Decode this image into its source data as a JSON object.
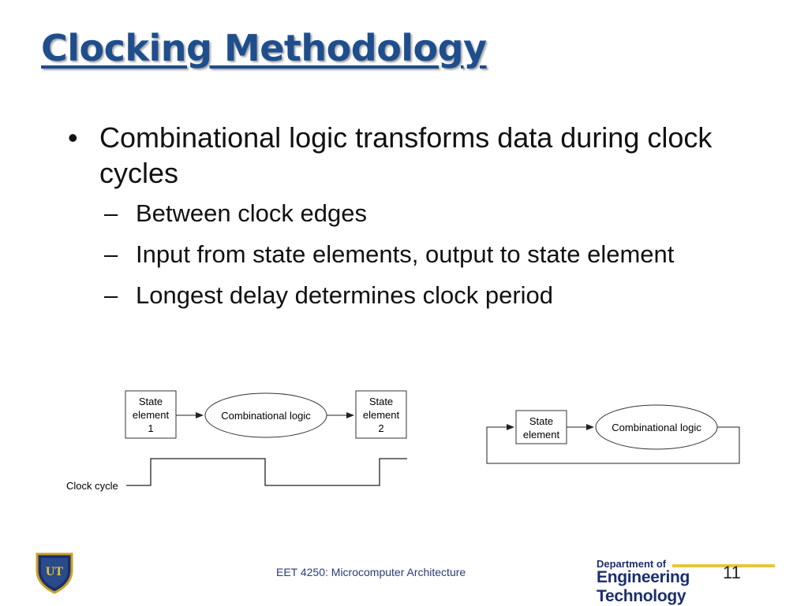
{
  "slide": {
    "title": "Clocking Methodology",
    "bullets": [
      {
        "text": "Combinational logic transforms data during clock cycles",
        "sub": [
          "Between clock edges",
          "Input from state elements, output to state element",
          "Longest delay determines clock period"
        ]
      }
    ]
  },
  "diagram_left": {
    "state1": [
      "State",
      "element",
      "1"
    ],
    "logic": "Combinational logic",
    "state2": [
      "State",
      "element",
      "2"
    ],
    "clock_label": "Clock cycle"
  },
  "diagram_right": {
    "state": [
      "State",
      "element"
    ],
    "logic": "Combinational logic"
  },
  "footer": {
    "course": "EET 4250: Microcomputer Architecture",
    "page": "11",
    "dept_line1": "Department of",
    "dept_line2": "Engineering Technology",
    "logo_text": "UT"
  },
  "colors": {
    "title": "#1f4e8c",
    "dept_accent": "#e8c53a",
    "shield": "#1b2f6b"
  }
}
